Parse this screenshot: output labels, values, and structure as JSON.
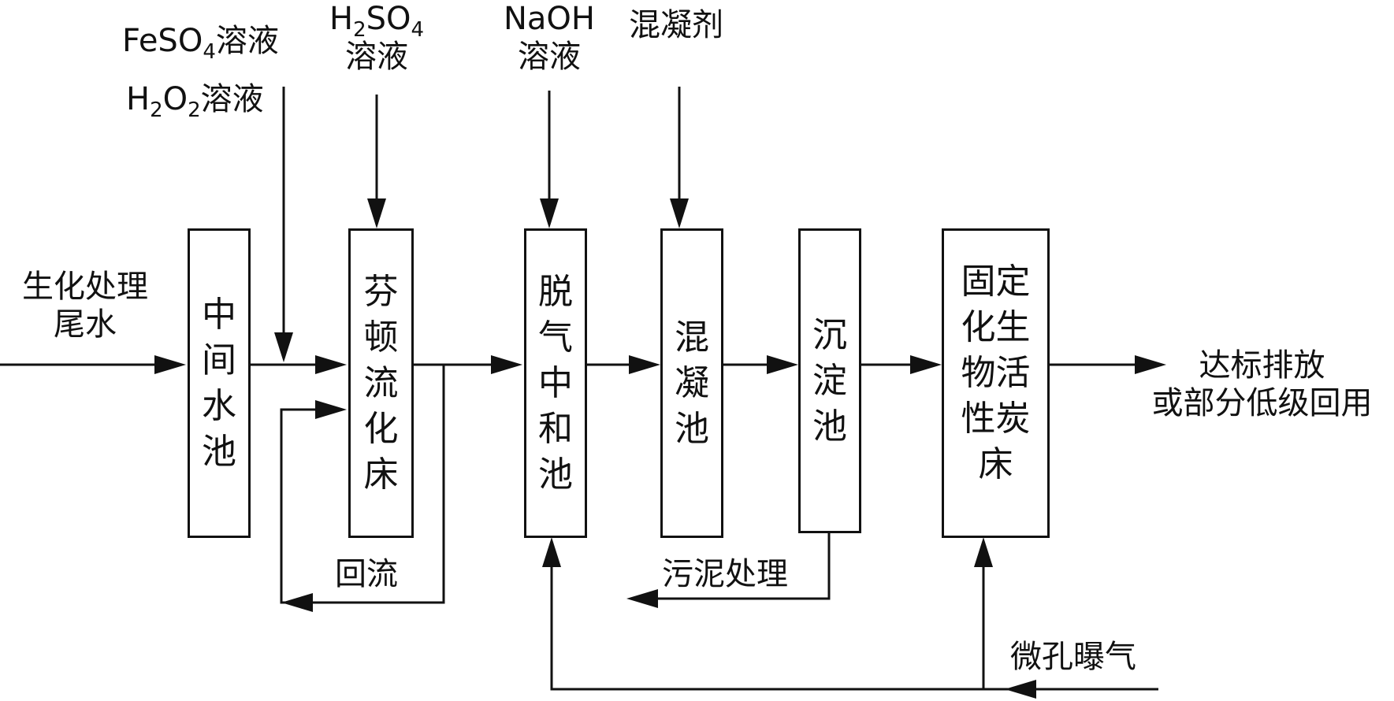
{
  "diagram": {
    "nodes": {
      "intermediate_tank": "中间水池",
      "fenton_bed": "芬顿流化床",
      "degas_neutral_tank": "脱气中和池",
      "coagulation_tank": "混凝池",
      "settling_tank": "沉淀池",
      "bio_carbon_bed": "固定化生物活性炭床"
    },
    "inputs": {
      "biochem_tail_line1": "生化处理",
      "biochem_tail_line2": "尾水",
      "feso4_formula": "FeSO",
      "feso4_sub": "4",
      "feso4_word": "溶液",
      "h2o2_h": "H",
      "h2o2_sub1": "2",
      "h2o2_o": "O",
      "h2o2_sub2": "2",
      "h2o2_word": "溶液",
      "h2so4_h": "H",
      "h2so4_sub1": "2",
      "h2so4_so": "SO",
      "h2so4_sub2": "4",
      "h2so4_word": "溶液",
      "naoh_formula": "NaOH",
      "naoh_word": "溶液",
      "coagulant": "混凝剂"
    },
    "flows": {
      "recycle": "回流",
      "sludge": "污泥处理",
      "aeration": "微孔曝气"
    },
    "outputs": {
      "discharge_line1": "达标排放",
      "discharge_line2": "或部分低级回用"
    }
  }
}
